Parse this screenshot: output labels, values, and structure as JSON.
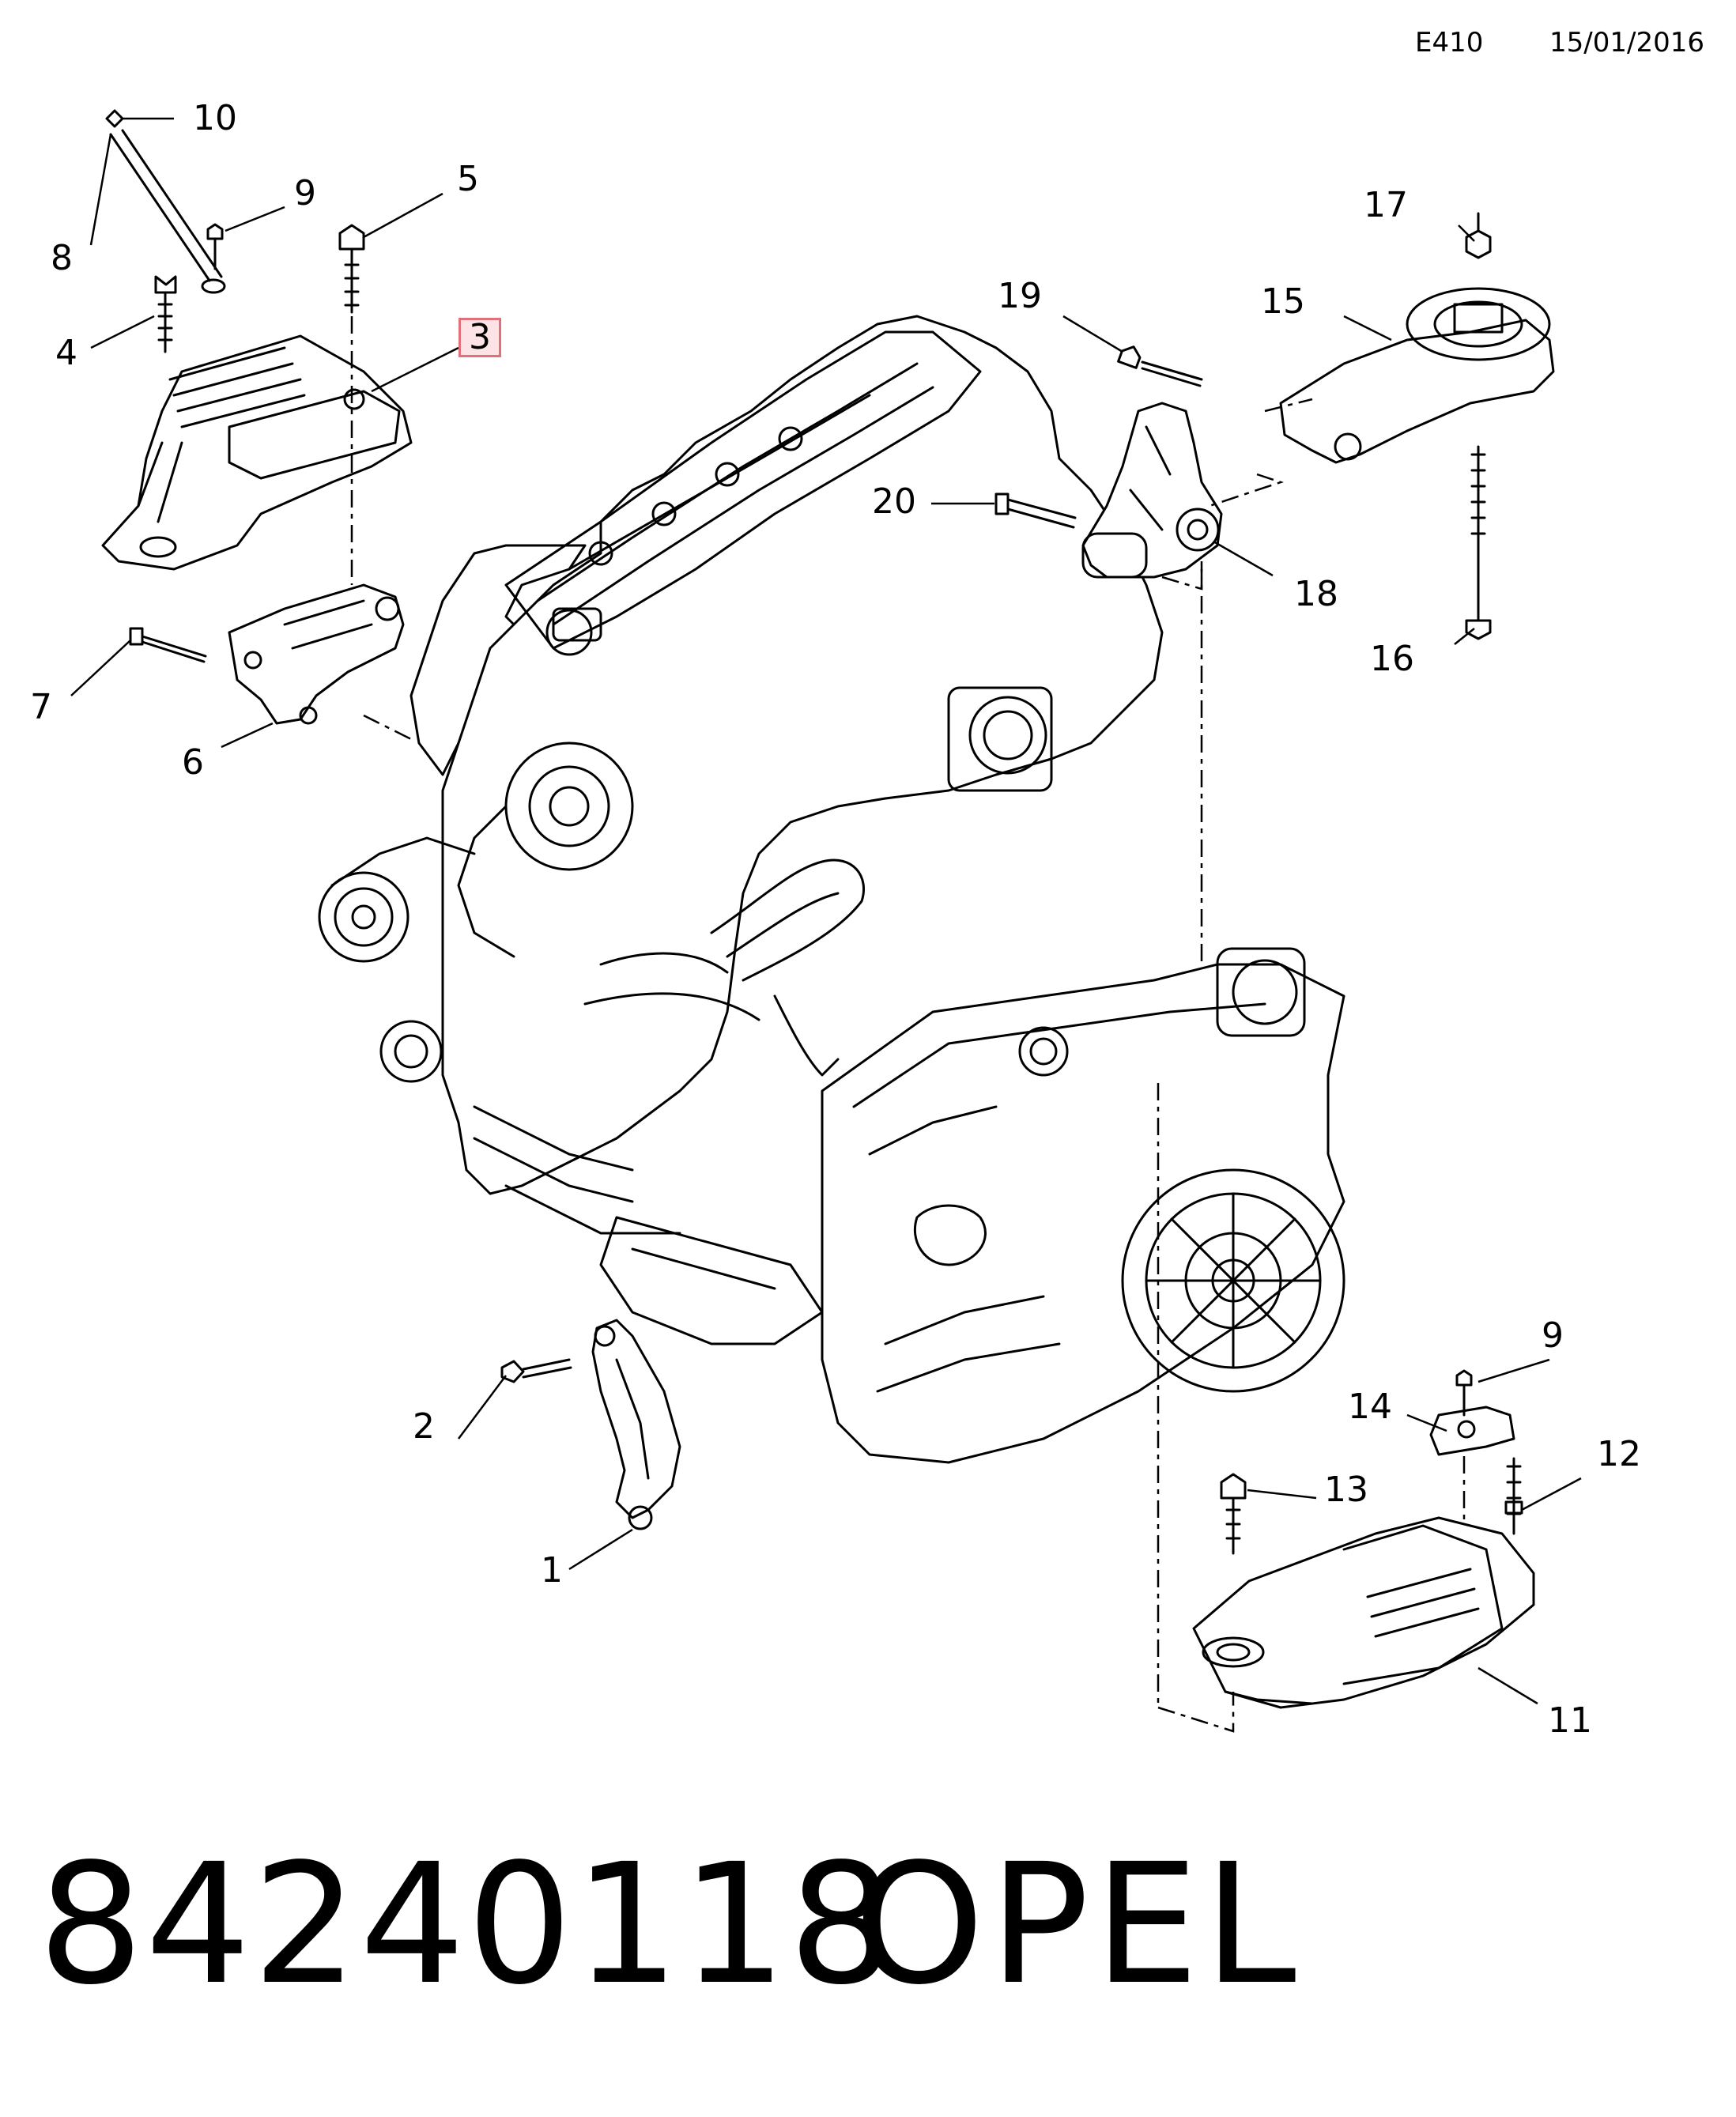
{
  "header": {
    "code": "E410",
    "date": "15/01/2016"
  },
  "footer": {
    "part_number": "84240118",
    "brand": "OPEL"
  },
  "callouts": {
    "c1": "1",
    "c2": "2",
    "c3": "3",
    "c4": "4",
    "c5": "5",
    "c6": "6",
    "c7": "7",
    "c8": "8",
    "c9a": "9",
    "c9b": "9",
    "c10": "10",
    "c11": "11",
    "c12": "12",
    "c13": "13",
    "c14": "14",
    "c15": "15",
    "c16": "16",
    "c17": "17",
    "c18": "18",
    "c19": "19",
    "c20": "20"
  },
  "highlighted_callout": "3"
}
